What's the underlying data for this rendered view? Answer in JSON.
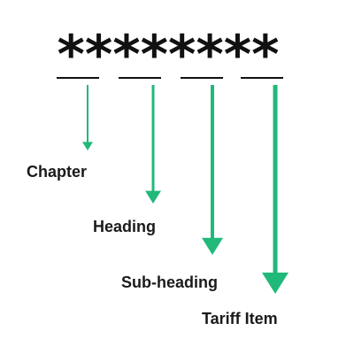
{
  "code": {
    "digits": "********",
    "groups": 4,
    "digits_per_group": 2
  },
  "levels": [
    {
      "label": "Chapter"
    },
    {
      "label": "Heading"
    },
    {
      "label": "Sub-heading"
    },
    {
      "label": "Tariff Item"
    }
  ],
  "colors": {
    "arrow": "#20b97a",
    "text": "#1a1a1a",
    "asterisk": "#111111",
    "underline": "#111111",
    "background": "#ffffff"
  }
}
